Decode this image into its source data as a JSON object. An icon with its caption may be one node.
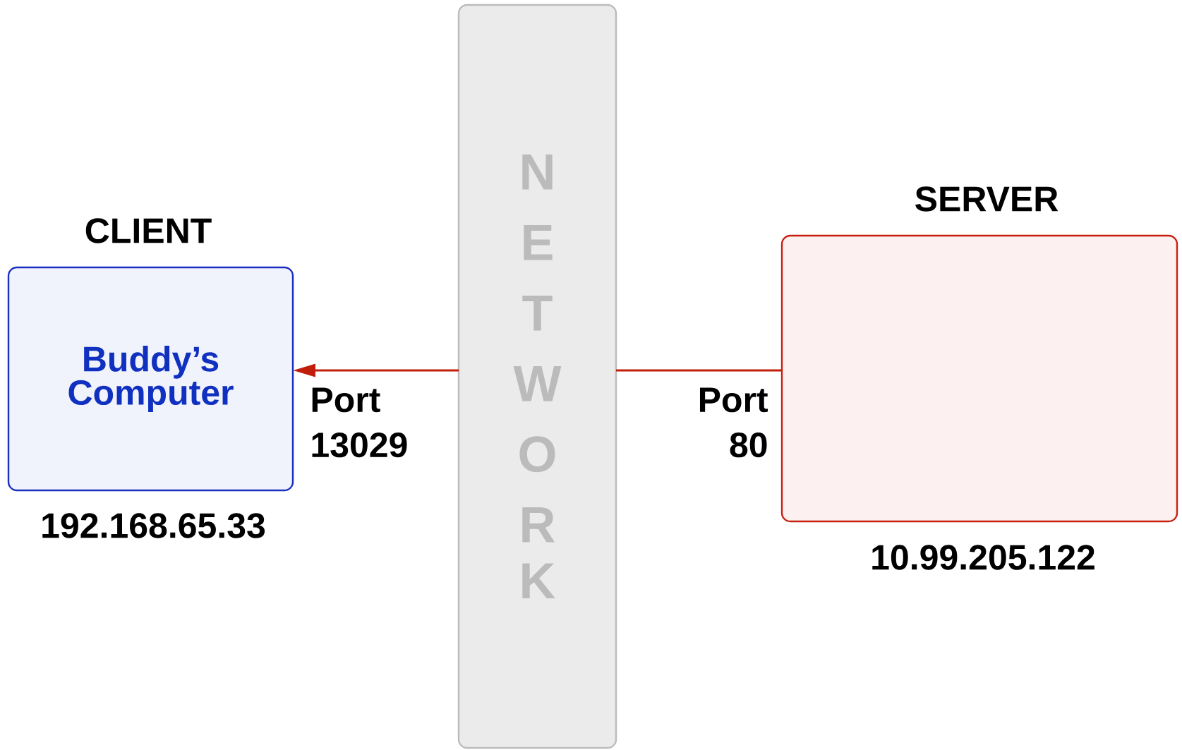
{
  "diagram": {
    "nodes": [
      {
        "text": [
          "Buddy’s Computer"
        ],
        "beside": [
          "CLIENT",
          "192.168.65.33"
        ]
      },
      {
        "text": [
          "NETWORK"
        ]
      },
      {
        "text": [],
        "shape": "box",
        "beside": [
          "SERVER",
          "10.99.205.122"
        ]
      }
    ],
    "edges": [
      {
        "from": 1,
        "to": 0,
        "arrow": "to",
        "label": "Port 13029"
      },
      {
        "from": 2,
        "to": 1,
        "arrow": "none",
        "label": "Port 80"
      }
    ]
  }
}
